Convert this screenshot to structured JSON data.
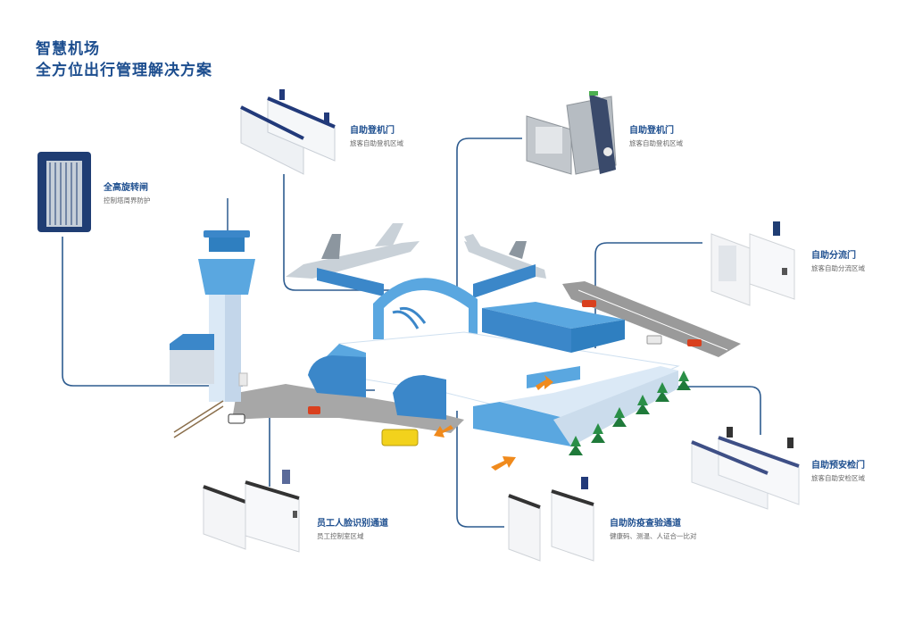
{
  "title": {
    "line1": "智慧机场",
    "line2": "全方位出行管理解决方案"
  },
  "colors": {
    "brand": "#1d4e8f",
    "line": "#2d5b8f",
    "building_light": "#5aa7e0",
    "building_dark": "#2f7fc0",
    "wall_pale": "#dbe9f6",
    "ground": "#9e9e9e",
    "tree": "#1f7a3a",
    "arrow": "#f08a1c",
    "car": "#d9401e",
    "bus": "#f2d21c"
  },
  "labels": [
    {
      "id": "full-height-turnstile",
      "heading": "全高旋转闸",
      "sub": "控制塔周界防护"
    },
    {
      "id": "self-boarding-gate-1",
      "heading": "自助登机门",
      "sub": "旅客自助登机区域"
    },
    {
      "id": "self-boarding-gate-2",
      "heading": "自助登机门",
      "sub": "旅客自助登机区域"
    },
    {
      "id": "self-diversion-gate",
      "heading": "自助分流门",
      "sub": "旅客自助分流区域"
    },
    {
      "id": "self-pre-security-gate",
      "heading": "自助预安检门",
      "sub": "旅客自助安检区域"
    },
    {
      "id": "epidemic-check-channel",
      "heading": "自助防疫查验通道",
      "sub": "健康码、测温、人证合一比对"
    },
    {
      "id": "staff-face-channel",
      "heading": "员工人脸识别通道",
      "sub": "员工控制室区域"
    }
  ]
}
